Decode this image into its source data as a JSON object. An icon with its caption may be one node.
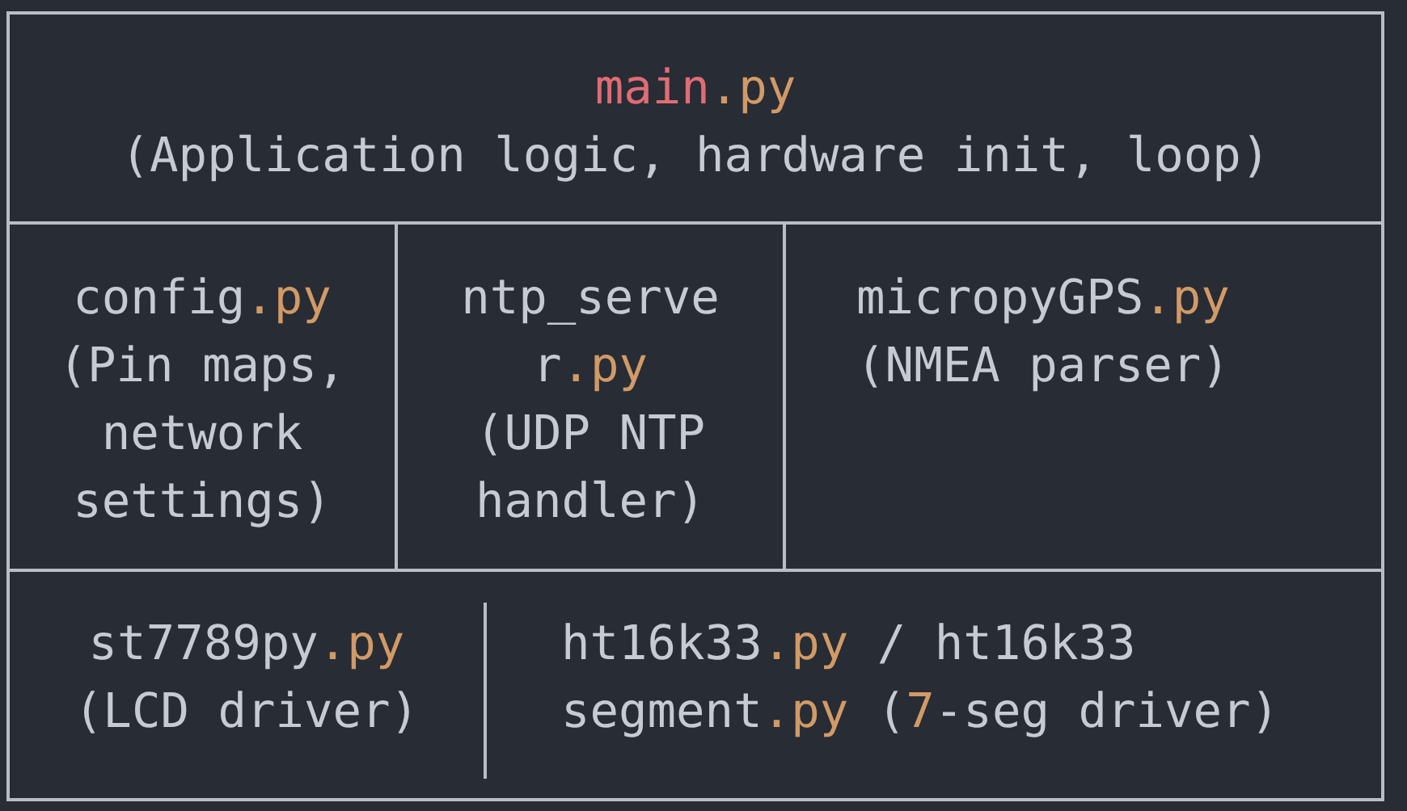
{
  "diagram": {
    "nodes": [
      {
        "text": [
          "main.py",
          "(Application logic, hardware init, loop)"
        ]
      },
      {
        "text": [
          "config.py",
          "(Pin maps, network settings)"
        ]
      },
      {
        "text": [
          "ntp_server.py",
          "(UDP NTP handler)"
        ]
      },
      {
        "text": [
          "micropyGPS.py",
          "(NMEA parser)"
        ]
      },
      {
        "text": [
          "st7789py.py",
          "(LCD driver)"
        ]
      },
      {
        "text": [
          "ht16k33.py / ht16k33 segment.py (7-seg driver)"
        ]
      }
    ]
  }
}
